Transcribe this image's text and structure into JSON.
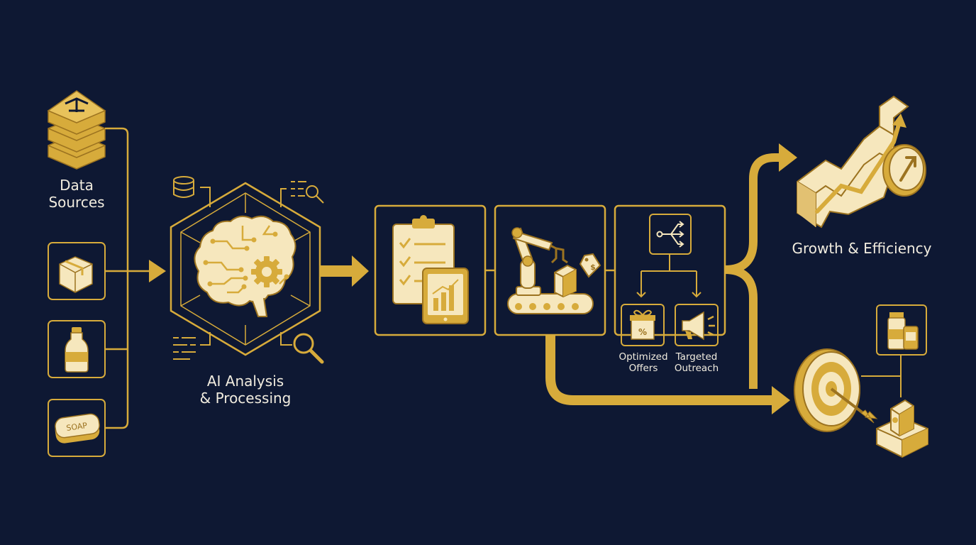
{
  "colors": {
    "background": "#0e1833",
    "gold": "#d7ab3b",
    "cream": "#f6e7bd",
    "outline": "#9c7320",
    "label": "#f1ecdf"
  },
  "labels": {
    "data_sources": [
      "Data",
      "Sources"
    ],
    "ai_processing": [
      "AI Analysis",
      "& Processing"
    ],
    "growth": "Growth & Efficiency",
    "optimized_offers": [
      "Optimized",
      "Offers"
    ],
    "targeted_outreach": [
      "Targeted",
      "Outreach"
    ],
    "soap_text": "SOAP",
    "price_tag_text": "$"
  },
  "icons": [
    "database-server-icon",
    "package-box-icon",
    "bottle-icon",
    "soap-icon",
    "brain-gear-icon",
    "database-icon",
    "search-list-icon",
    "magnifier-icon",
    "data-lines-icon",
    "clipboard-checklist-icon",
    "tablet-bar-chart-icon",
    "robot-arm-conveyor-icon",
    "price-tag-icon",
    "split-flow-icon",
    "gift-percent-icon",
    "megaphone-icon",
    "growth-chart-icon",
    "target-arrow-icon",
    "product-jar-icon",
    "product-box-icon"
  ]
}
